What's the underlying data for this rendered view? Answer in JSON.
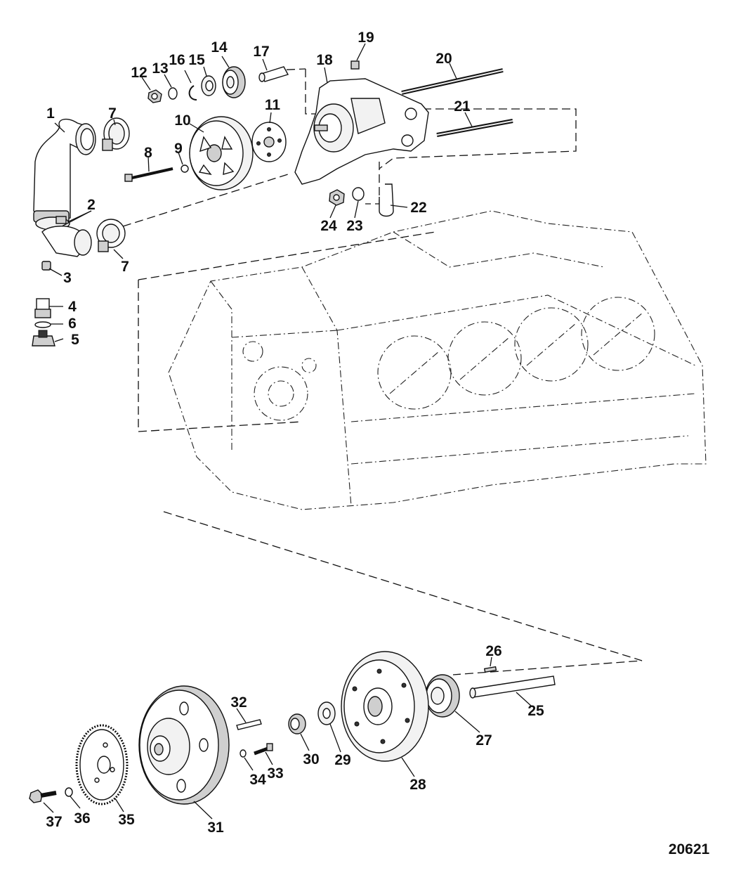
{
  "figure_id": "20621",
  "part_labels": {
    "p1": "1",
    "p2": "2",
    "p3": "3",
    "p4": "4",
    "p5": "5",
    "p6": "6",
    "p7a": "7",
    "p7b": "7",
    "p8": "8",
    "p9": "9",
    "p10": "10",
    "p11": "11",
    "p12": "12",
    "p13": "13",
    "p14": "14",
    "p15": "15",
    "p16": "16",
    "p17": "17",
    "p18": "18",
    "p19": "19",
    "p20": "20",
    "p21": "21",
    "p22": "22",
    "p23": "23",
    "p24": "24",
    "p25": "25",
    "p26": "26",
    "p27": "27",
    "p28": "28",
    "p29": "29",
    "p30": "30",
    "p31": "31",
    "p32": "32",
    "p33": "33",
    "p34": "34",
    "p35": "35",
    "p36": "36",
    "p37": "37"
  }
}
